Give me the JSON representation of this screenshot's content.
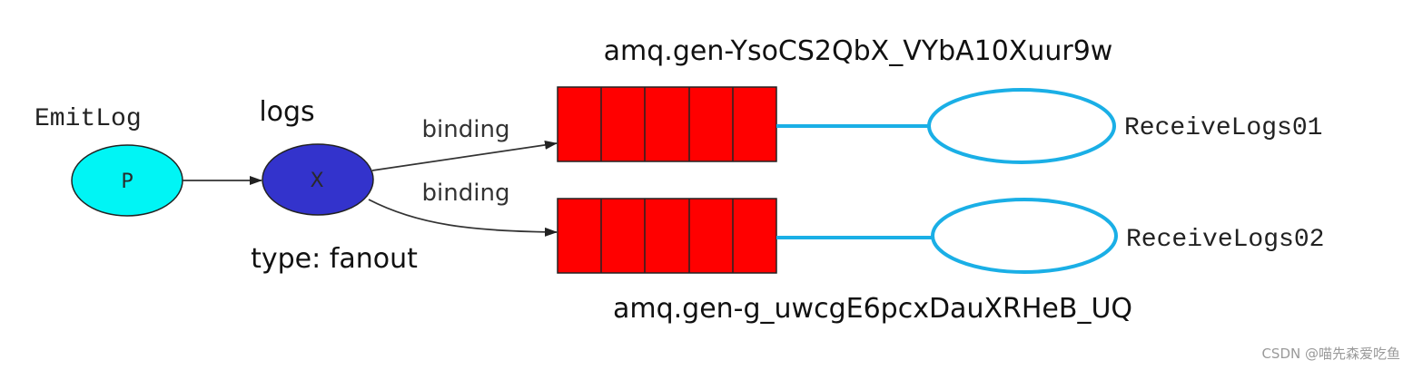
{
  "producer": {
    "name": "EmitLog",
    "node_label": "P",
    "fill": "#00F5F5"
  },
  "exchange": {
    "name": "logs",
    "node_label": "X",
    "type_label": "type: fanout",
    "fill": "#3333CC"
  },
  "bindings": {
    "top_label": "binding",
    "bottom_label": "binding"
  },
  "queues": [
    {
      "name": "amq.gen-YsoCS2QbX_VYbA10Xuur9w",
      "consumer": "ReceiveLogs01"
    },
    {
      "name": "amq.gen-g_uwcgE6pcxDauXRHeB_UQ",
      "consumer": "ReceiveLogs02"
    }
  ],
  "colors": {
    "queue_fill": "#FF0000",
    "consumer_stroke": "#1AAFE6",
    "edge": "#333333"
  },
  "watermark": "CSDN @喵先森爱吃鱼"
}
